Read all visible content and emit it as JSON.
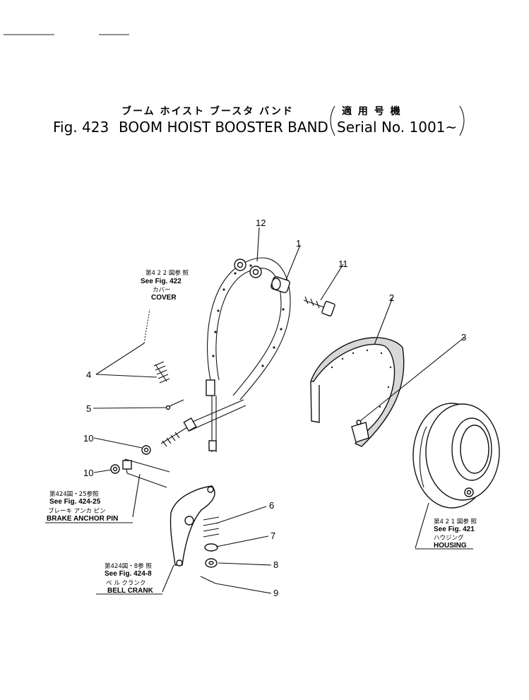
{
  "header": {
    "title_jp": "ブーム ホイスト ブースタ バンド",
    "serial_jp": "適 用 号 機",
    "fig_label": "Fig. 423",
    "title_en": "BOOM HOIST BOOSTER BAND",
    "serial_en": "Serial No. 1001~"
  },
  "callouts": [
    "1",
    "2",
    "3",
    "4",
    "5",
    "6",
    "7",
    "8",
    "9",
    "10",
    "10",
    "11",
    "12"
  ],
  "refs": {
    "cover": {
      "jp_fig": "第4 2 2 図参 照",
      "fig": "See Fig. 422",
      "jp_name": "カバー",
      "name": "COVER"
    },
    "brake_anchor_pin": {
      "jp_fig": "第424図・25参照",
      "fig": "See Fig. 424-25",
      "jp_name": "ブレーキ アンカ ピン",
      "name": "BRAKE ANCHOR PIN"
    },
    "bell_crank": {
      "jp_fig": "第424図・8参 照",
      "fig": "See Fig. 424-8",
      "jp_name": "ベ ル クランク",
      "name": "BELL CRANK"
    },
    "housing": {
      "jp_fig": "第4 2 1 図参 照",
      "fig": "See Fig. 421",
      "jp_name": "ハウジング",
      "name": "HOUSING"
    }
  }
}
